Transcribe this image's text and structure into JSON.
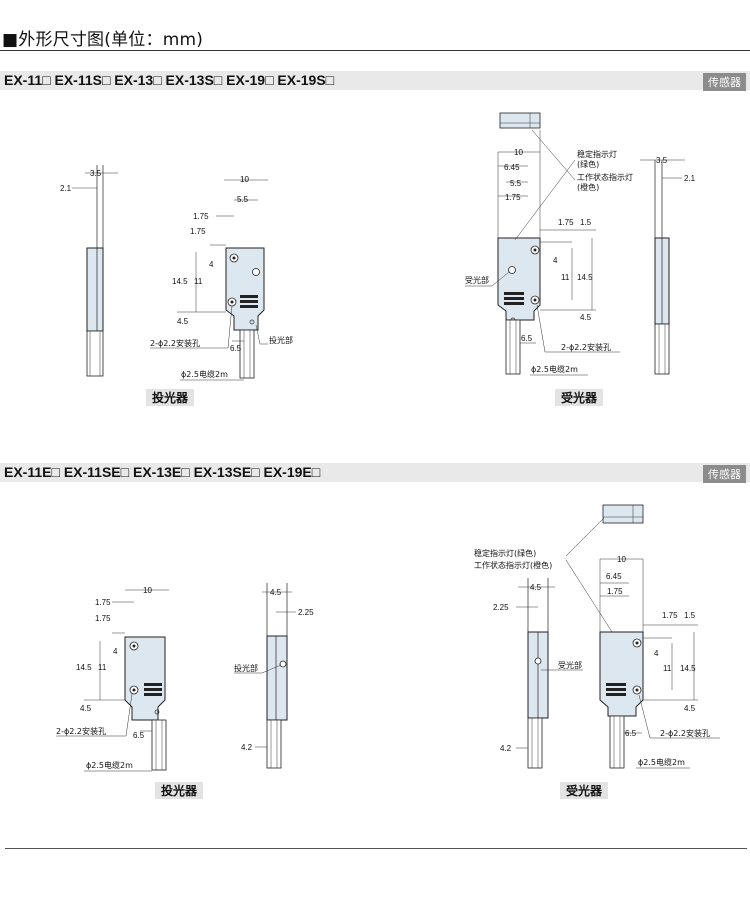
{
  "header": {
    "title": "■外形尺寸图(单位：mm)"
  },
  "series1": {
    "models": "EX-11□  EX-11S□  EX-13□  EX-13S□  EX-19□  EX-19S□",
    "tag": "传感器"
  },
  "series2": {
    "models": "EX-11E□  EX-11SE□  EX-13E□  EX-13SE□  EX-19E□",
    "tag": "传感器"
  },
  "labels": {
    "emitter": "投光器",
    "receiver": "受光器",
    "emitting_part": "投光部",
    "receiving_part": "受光部",
    "mount_holes": "2-ϕ2.2安装孔",
    "cable": "ϕ2.5电缆2m",
    "stable_ind_1": "稳定指示灯",
    "stable_ind_2": "(绿色)",
    "op_ind_1": "工作状态指示灯",
    "op_ind_2": "(橙色)",
    "stable_ind_full": "稳定指示灯(绿色)",
    "op_ind_full": "工作状态指示灯(橙色)"
  },
  "dims": {
    "d10": "10",
    "d5_5": "5.5",
    "d1_75": "1.75",
    "d4": "4",
    "d14_5": "14.5",
    "d11": "11",
    "d4_5": "4.5",
    "d6_5": "6.5",
    "d3_5": "3.5",
    "d2_1": "2.1",
    "d6_45": "6.45",
    "d1_5": "1.5",
    "d2_25": "2.25",
    "d4_2": "4.2"
  }
}
